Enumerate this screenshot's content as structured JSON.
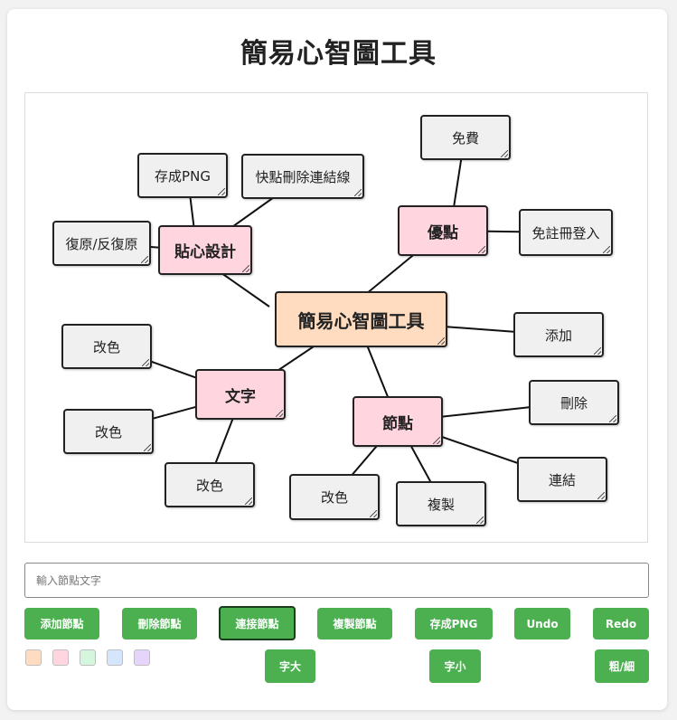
{
  "title": "簡易心智圖工具",
  "nodes": {
    "center": "簡易心智圖工具",
    "sticky": "貼心設計",
    "advantage": "優點",
    "text": "文字",
    "node": "節點",
    "save_png": "存成PNG",
    "quick_delete": "快點刪除連結線",
    "undo_redo": "復原/反復原",
    "free": "免費",
    "no_register": "免註冊登入",
    "add": "添加",
    "color1": "改色",
    "color2": "改色",
    "color3": "改色",
    "delete": "刪除",
    "connect": "連結",
    "copy": "複製",
    "color4": "改色"
  },
  "input": {
    "placeholder": "輸入節點文字",
    "value": ""
  },
  "toolbar": {
    "add_node": "添加節點",
    "delete_node": "刪除節點",
    "connect_node": "連接節點",
    "copy_node": "複製節點",
    "save_png": "存成PNG",
    "undo": "Undo",
    "redo": "Redo",
    "font_bigger": "字大",
    "font_smaller": "字小",
    "bold_thin": "粗/細"
  },
  "colors": {
    "accent": "#4caf50",
    "main_node": "#ffdcc0",
    "sub_node": "#ffd5e0",
    "leaf_node": "#f0f0f0",
    "swatches": [
      "#ffdcc0",
      "#ffd5e0",
      "#d5f5dc",
      "#d5e5fb",
      "#e5d5fb"
    ]
  }
}
